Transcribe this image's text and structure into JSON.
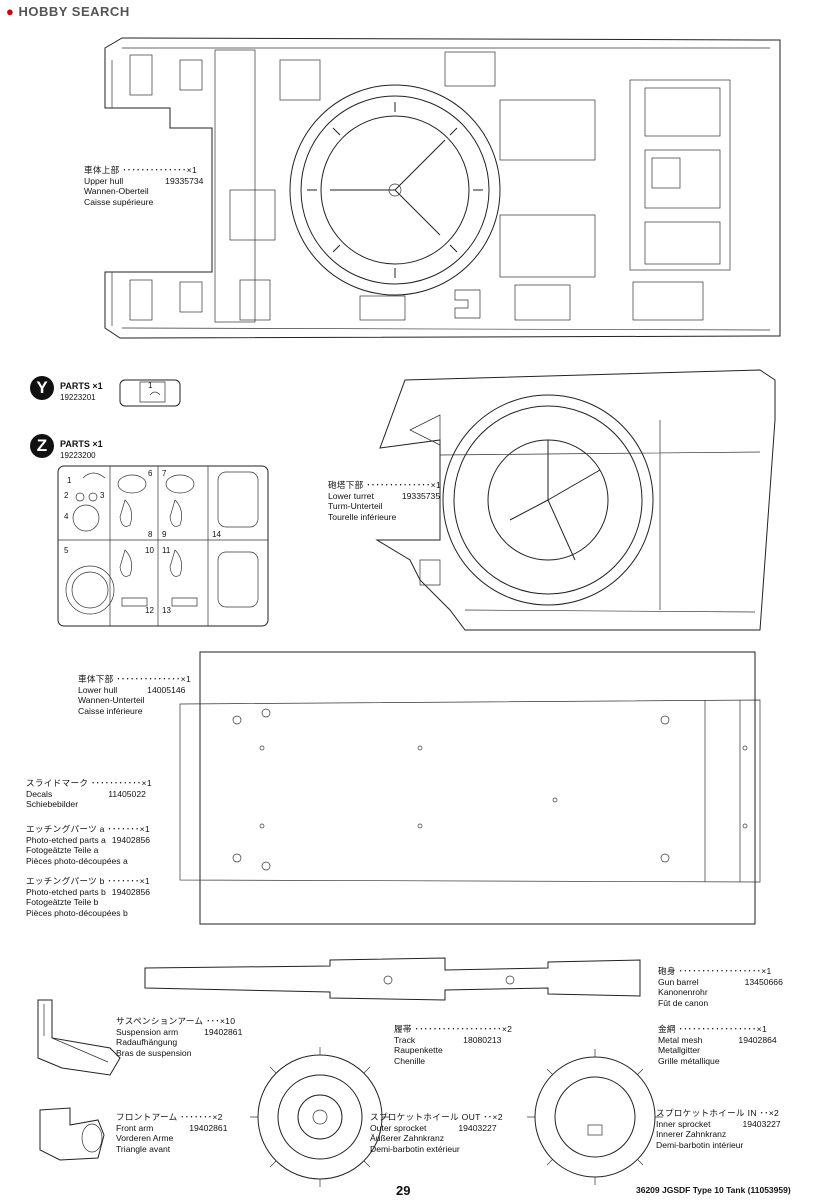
{
  "watermark": "HOBBY SEARCH",
  "upper_hull": {
    "jp": "車体上部 ･･････････････×1",
    "en": "Upper hull",
    "num": "19335734",
    "de": "Wannen-Oberteil",
    "fr": "Caisse supérieure"
  },
  "parts_y": {
    "letter": "Y",
    "title": "PARTS ×1",
    "num": "19223201",
    "labels": [
      "1"
    ]
  },
  "parts_z": {
    "letter": "Z",
    "title": "PARTS ×1",
    "num": "19223200",
    "labels": [
      "1",
      "2",
      "3",
      "4",
      "5",
      "6",
      "7",
      "8",
      "9",
      "10",
      "11",
      "12",
      "13",
      "14"
    ]
  },
  "lower_turret": {
    "jp": "砲塔下部 ･･････････････×1",
    "en": "Lower turret",
    "num": "19335735",
    "de": "Turm-Unterteil",
    "fr": "Tourelle inférieure"
  },
  "lower_hull": {
    "jp": "車体下部 ･･････････････×1",
    "en": "Lower hull",
    "num": "14005146",
    "de": "Wannen-Unterteil",
    "fr": "Caisse inférieure"
  },
  "decals": {
    "jp": "スライドマーク ･･･････････×1",
    "en": "Decals",
    "num": "11405022",
    "de": "Schiebebilder"
  },
  "pe_a": {
    "jp": "エッチングパーツ a ･･･････×1",
    "en": "Photo-etched parts a",
    "num": "19402856",
    "de": "Fotogeätzte Teile a",
    "fr": "Pièces photo-découpées a"
  },
  "pe_b": {
    "jp": "エッチングパーツ b ･･･････×1",
    "en": "Photo-etched parts b",
    "num": "19402856",
    "de": "Fotogeätzte Teile b",
    "fr": "Pièces photo-découpées b"
  },
  "gun_barrel": {
    "jp": "砲身 ･･････････････････×1",
    "en": "Gun barrel",
    "num": "13450666",
    "de": "Kanonenrohr",
    "fr": "Fût de canon"
  },
  "suspension_arm": {
    "jp": "サスペンションアーム ･･･×10",
    "en": "Suspension arm",
    "num": "19402861",
    "de": "Radaufhängung",
    "fr": "Bras de suspension"
  },
  "track": {
    "jp": "履帯 ･･･････････････････×2",
    "en": "Track",
    "num": "18080213",
    "de": "Raupenkette",
    "fr": "Chenille"
  },
  "metal_mesh": {
    "jp": "金網 ･････････････････×1",
    "en": "Metal mesh",
    "num": "19402864",
    "de": "Metallgitter",
    "fr": "Grille métallique"
  },
  "front_arm": {
    "jp": "フロントアーム ･･･････×2",
    "en": "Front arm",
    "num": "19402861",
    "de": "Vorderen Arme",
    "fr": "Triangle avant"
  },
  "outer_sprocket": {
    "jp": "スプロケットホイール OUT ･･×2",
    "en": "Outer sprocket",
    "num": "19403227",
    "de": "Äußerer Zahnkranz",
    "fr": "Demi-barbotin extérieur"
  },
  "inner_sprocket": {
    "jp": "スプロケットホイール IN ･･×2",
    "en": "Inner sprocket",
    "num": "19403227",
    "de": "Innerer Zahnkranz",
    "fr": "Demi-barbotin intérieur"
  },
  "footer": {
    "page": "29",
    "ref": "36209  JGSDF Type 10 Tank (11053959)"
  }
}
